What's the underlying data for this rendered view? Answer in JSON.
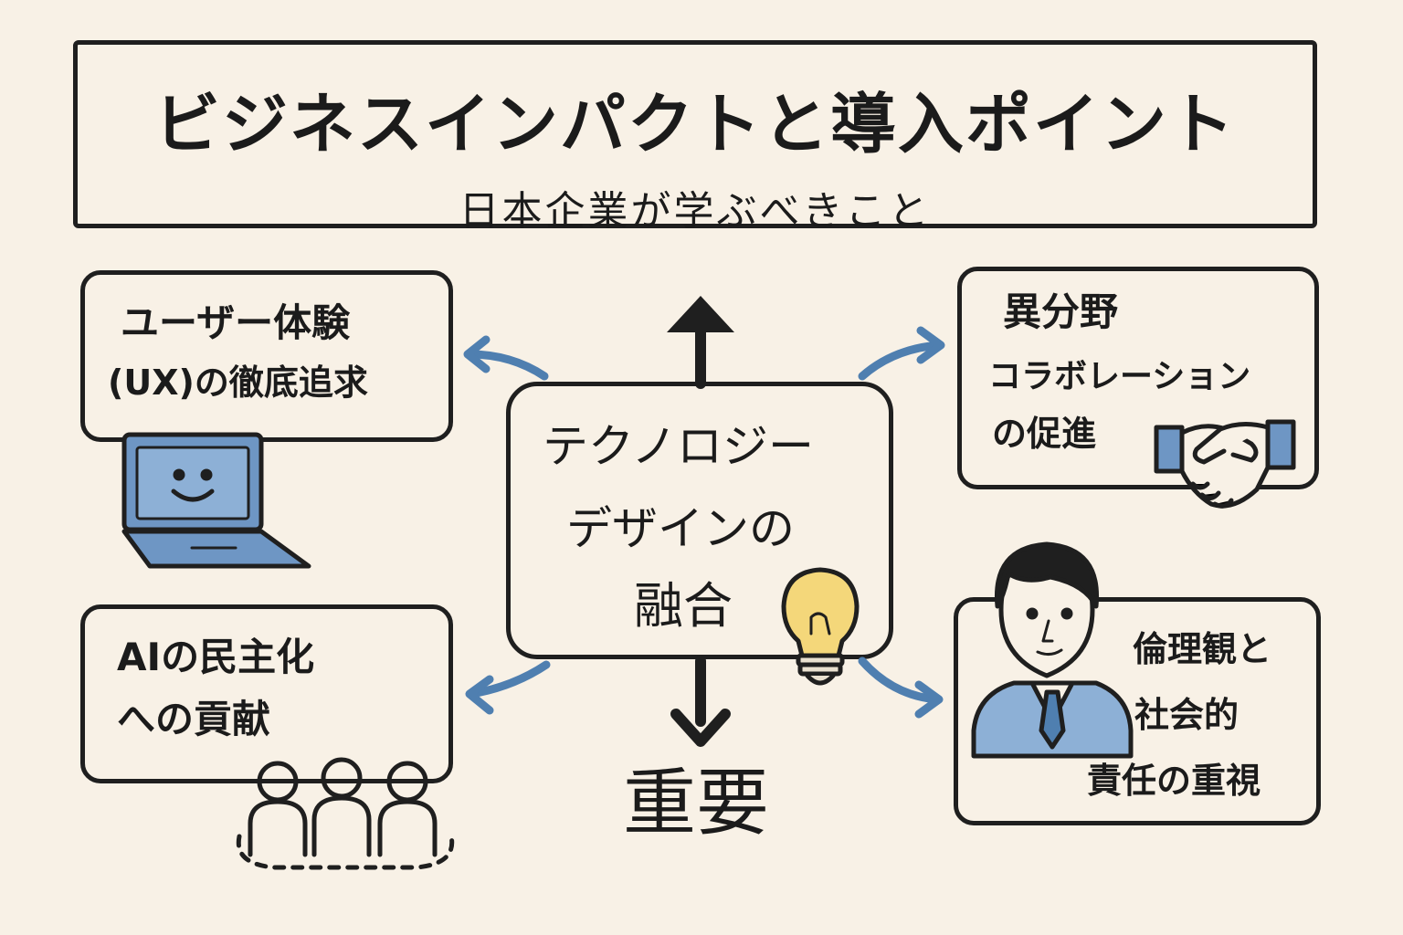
{
  "header": {
    "title": "ビジネスインパクトと導入ポイント",
    "subtitle": "日本企業が学ぶべきこと"
  },
  "center": {
    "line1": "テクノロジー",
    "line2": "デザインの",
    "line3": "融合"
  },
  "bottom_label": "重要",
  "nodes": {
    "ux": {
      "line1": "ユーザー体験",
      "line2": "(UX)の徹底追求"
    },
    "collab": {
      "line1": "異分野",
      "line2": "コラボレーション",
      "line3": "の促進"
    },
    "ai": {
      "line1": "AIの民主化",
      "line2": "への貢献"
    },
    "ethics": {
      "line1": "倫理観と",
      "line2": "社会的",
      "line3": "責任の重視"
    }
  },
  "colors": {
    "background": "#f8f1e6",
    "ink": "#1f1f1f",
    "accent_blue": "#4f7fb0",
    "light_blue": "#8db0d6",
    "bulb_yellow": "#f4d77a"
  },
  "icons": [
    "laptop-smile-icon",
    "handshake-icon",
    "lightbulb-icon",
    "businessman-icon",
    "people-group-icon"
  ]
}
